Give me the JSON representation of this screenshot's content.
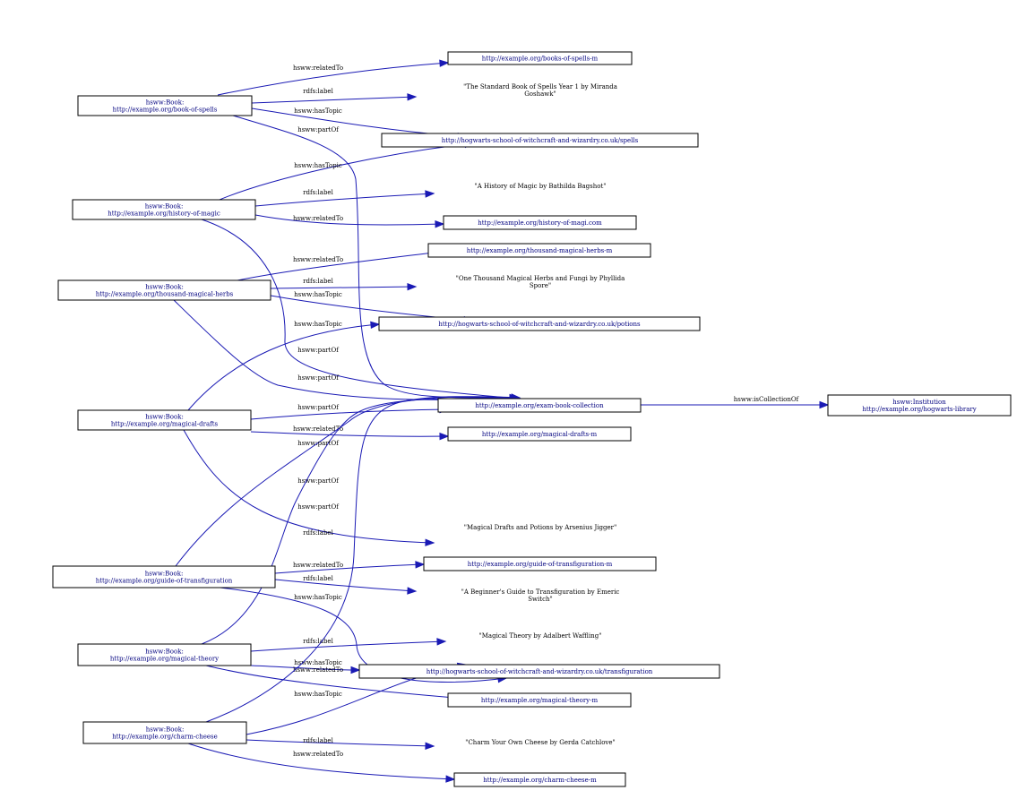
{
  "nodes": {
    "book_spells": [
      "hsww:Book:",
      "http://example.org/book-of-spells"
    ],
    "history_magic": [
      "hsww:Book:",
      "http://example.org/history-of-magic"
    ],
    "thousand_herbs": [
      "hsww:Book:",
      "http://example.org/thousand-magical-herbs"
    ],
    "magical_drafts": [
      "hsww:Book:",
      "http://example.org/magical-drafts"
    ],
    "guide_transfig": [
      "hsww:Book:",
      "http://example.org/guide-of-transfiguration"
    ],
    "magical_theory": [
      "hsww:Book:",
      "http://example.org/magical-theory"
    ],
    "charm_cheese": [
      "hsww:Book:",
      "http://example.org/charm-cheese"
    ],
    "spells_m": [
      "http://example.org/books-of-spells-m"
    ],
    "topic_spells": [
      "http://hogwarts-school-of-witchcraft-and-wizardry.co.uk/spells"
    ],
    "history_m": [
      "http://example.org/history-of-magi.com"
    ],
    "herbs_m": [
      "http://example.org/thousand-magical-herbs-m"
    ],
    "topic_potions": [
      "http://hogwarts-school-of-witchcraft-and-wizardry.co.uk/potions"
    ],
    "collection": [
      "http://example.org/exam-book-collection"
    ],
    "library": [
      "hsww:Institution",
      "http://example.org/hogwarts-library"
    ],
    "drafts_m": [
      "http://example.org/magical-drafts-m"
    ],
    "transfig_m": [
      "http://example.org/guide-of-transfiguration-m"
    ],
    "topic_transfig": [
      "http://hogwarts-school-of-witchcraft-and-wizardry.co.uk/transfiguration"
    ],
    "theory_m": [
      "http://example.org/magical-theory-m"
    ],
    "cheese_m": [
      "http://example.org/charm-cheese-m"
    ]
  },
  "literals": {
    "lit_spells": [
      "\"The Standard Book of Spells Year 1 by Miranda",
      "Goshawk\""
    ],
    "lit_history": [
      "\"A History of Magic by Bathilda Bagshot\""
    ],
    "lit_herbs": [
      "\"One Thousand Magical Herbs and Fungi by Phyllida",
      "Spore\""
    ],
    "lit_drafts": [
      "\"Magical Drafts and Potions by Arsenius Jigger\""
    ],
    "lit_transfig": [
      "\"A Beginner's Guide to Transfiguration by Emeric",
      "Switch\""
    ],
    "lit_theory": [
      "\"Magical Theory by Adalbert Waffling\""
    ],
    "lit_cheese": [
      "\"Charm Your Own Cheese by Gerda Catchlove\""
    ]
  },
  "edge_labels": {
    "related_to": "hsww:relatedTo",
    "label": "rdfs:label",
    "has_topic": "hsww:hasTopic",
    "part_of": "hsww:partOf",
    "is_collection_of": "hsww:isCollectionOf"
  },
  "edges": [
    {
      "from": "book_spells",
      "to": "spells_m",
      "label": "related_to"
    },
    {
      "from": "book_spells",
      "to": "lit_spells",
      "label": "label"
    },
    {
      "from": "book_spells",
      "to": "topic_spells",
      "label": "has_topic"
    },
    {
      "from": "book_spells",
      "to": "collection",
      "label": "part_of"
    },
    {
      "from": "history_magic",
      "to": "topic_spells",
      "label": "has_topic"
    },
    {
      "from": "history_magic",
      "to": "lit_history",
      "label": "label"
    },
    {
      "from": "history_magic",
      "to": "history_m",
      "label": "related_to"
    },
    {
      "from": "history_magic",
      "to": "collection",
      "label": "part_of"
    },
    {
      "from": "thousand_herbs",
      "to": "herbs_m",
      "label": "related_to"
    },
    {
      "from": "thousand_herbs",
      "to": "lit_herbs",
      "label": "label"
    },
    {
      "from": "thousand_herbs",
      "to": "topic_potions",
      "label": "has_topic"
    },
    {
      "from": "thousand_herbs",
      "to": "collection",
      "label": "part_of"
    },
    {
      "from": "magical_drafts",
      "to": "topic_potions",
      "label": "has_topic"
    },
    {
      "from": "magical_drafts",
      "to": "collection",
      "label": "part_of"
    },
    {
      "from": "magical_drafts",
      "to": "drafts_m",
      "label": "related_to"
    },
    {
      "from": "magical_drafts",
      "to": "lit_drafts",
      "label": "label"
    },
    {
      "from": "guide_transfig",
      "to": "collection",
      "label": "part_of"
    },
    {
      "from": "guide_transfig",
      "to": "transfig_m",
      "label": "related_to"
    },
    {
      "from": "guide_transfig",
      "to": "lit_transfig",
      "label": "label"
    },
    {
      "from": "guide_transfig",
      "to": "topic_transfig",
      "label": "has_topic"
    },
    {
      "from": "magical_theory",
      "to": "collection",
      "label": "part_of"
    },
    {
      "from": "magical_theory",
      "to": "lit_theory",
      "label": "label"
    },
    {
      "from": "magical_theory",
      "to": "topic_transfig",
      "label": "has_topic"
    },
    {
      "from": "magical_theory",
      "to": "theory_m",
      "label": "related_to"
    },
    {
      "from": "charm_cheese",
      "to": "collection",
      "label": "part_of"
    },
    {
      "from": "charm_cheese",
      "to": "topic_transfig",
      "label": "has_topic"
    },
    {
      "from": "charm_cheese",
      "to": "lit_cheese",
      "label": "label"
    },
    {
      "from": "charm_cheese",
      "to": "cheese_m",
      "label": "related_to"
    },
    {
      "from": "collection",
      "to": "library",
      "label": "is_collection_of"
    }
  ]
}
